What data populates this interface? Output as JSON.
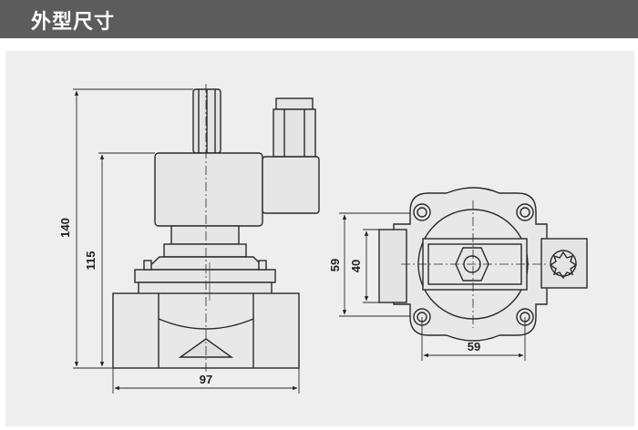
{
  "header": {
    "title": "外型尺寸"
  },
  "dimensions": {
    "front_height_total": "140",
    "front_height_body": "115",
    "front_width": "97",
    "side_outer_height": "59",
    "side_inner_height": "40",
    "side_width": "59"
  },
  "colors": {
    "header_bg": "#5c5c5c",
    "panel_bg": "#eeeeee",
    "line": "#2a2a2a"
  }
}
